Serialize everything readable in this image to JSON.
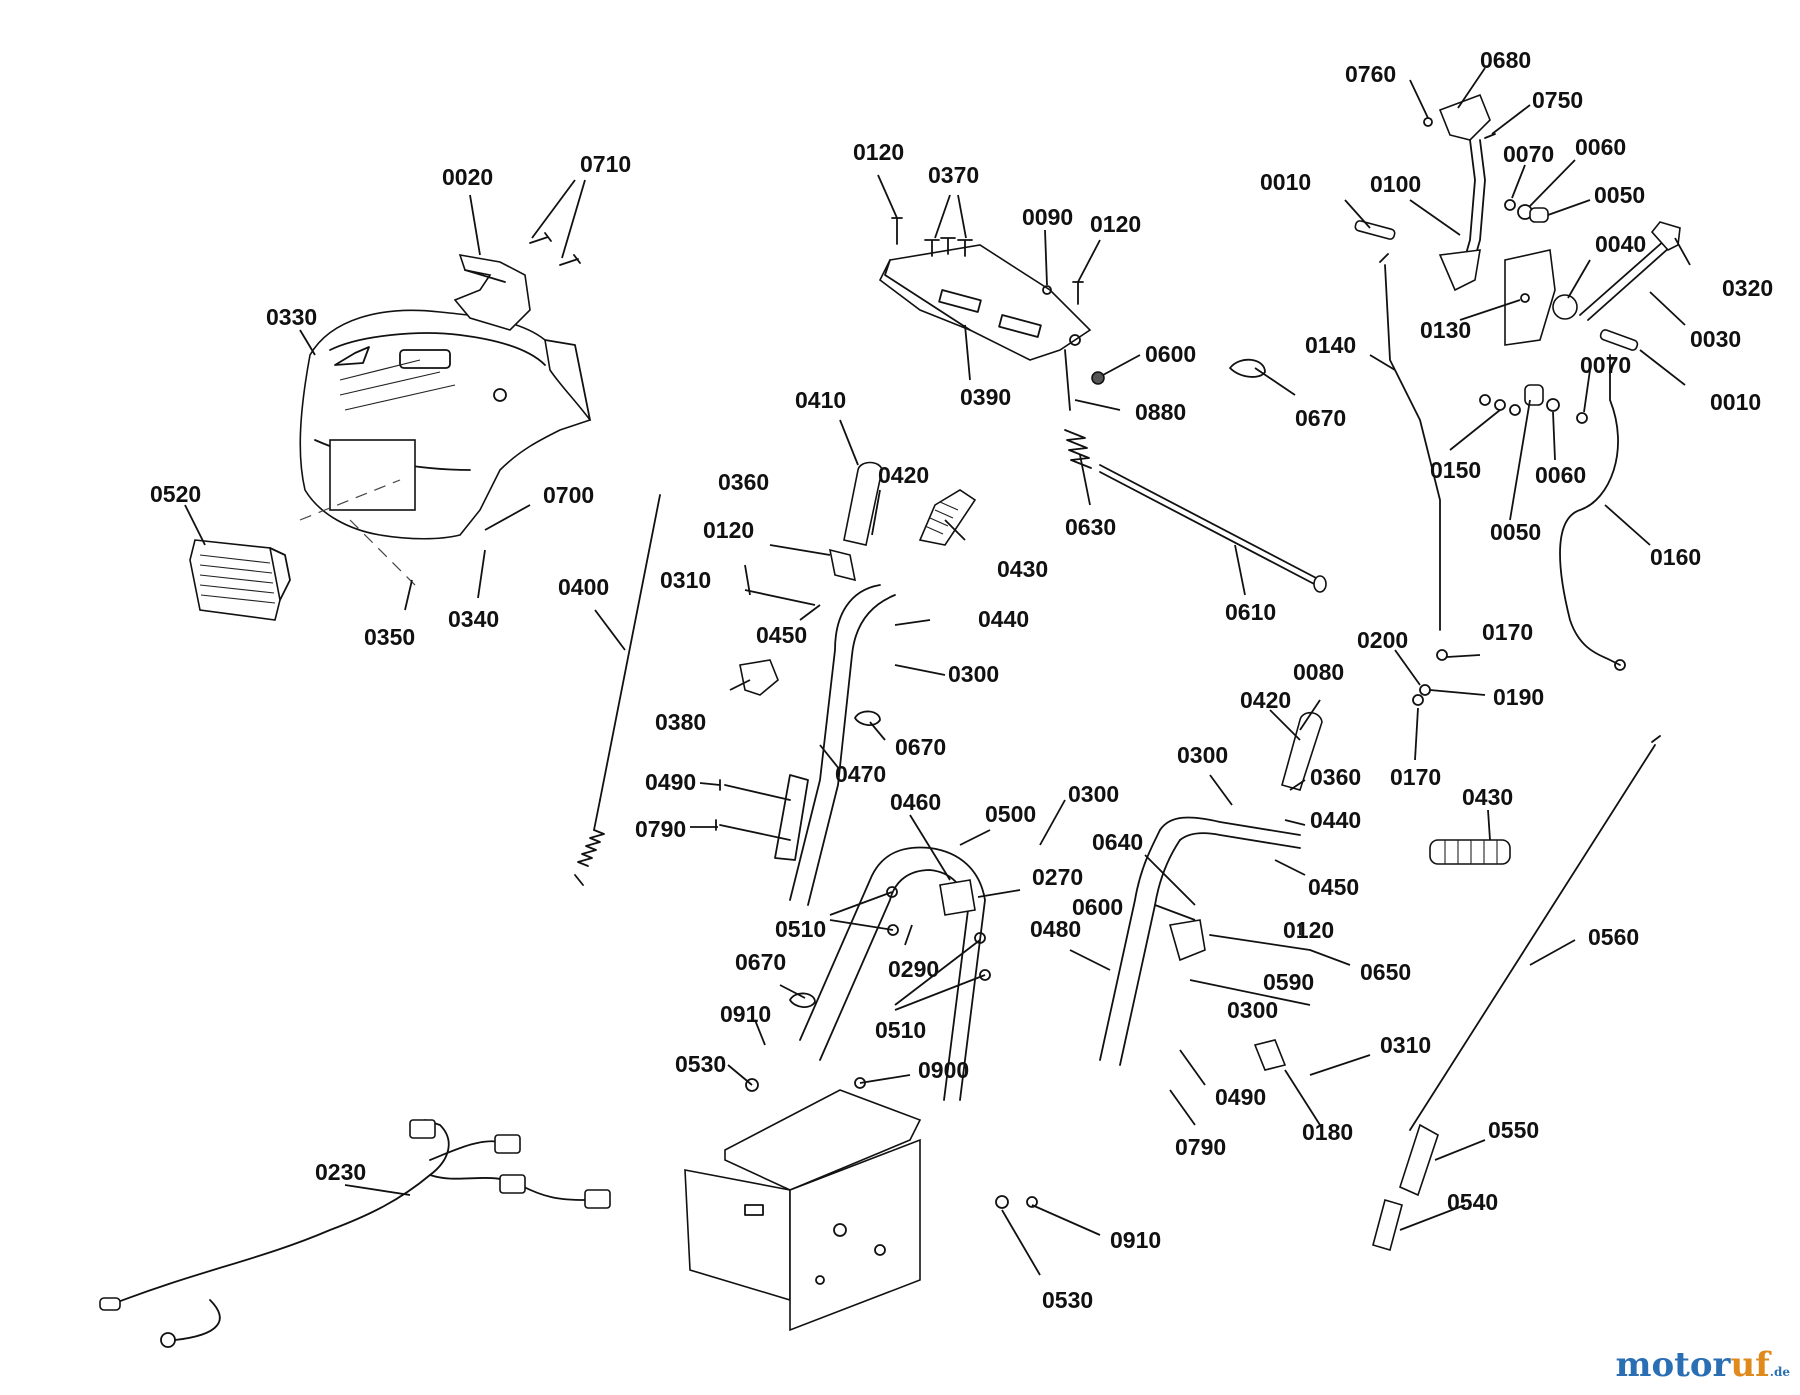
{
  "labels": {
    "p0680": "0680",
    "p0760": "0760",
    "p0750": "0750",
    "p0070a": "0070",
    "p0060a": "0060",
    "p0010a": "0010",
    "p0100": "0100",
    "p0050a": "0050",
    "p0040": "0040",
    "p0320": "0320",
    "p0130": "0130",
    "p0030": "0030",
    "p0010b": "0010",
    "p0070b": "0070",
    "p0140": "0140",
    "p0150": "0150",
    "p0060b": "0060",
    "p0050b": "0050",
    "p0160": "0160",
    "p0120a": "0120",
    "p0370": "0370",
    "p0090": "0090",
    "p0120b": "0120",
    "p0600a": "0600",
    "p0390": "0390",
    "p0880": "0880",
    "p0670a": "0670",
    "p0630": "0630",
    "p0610": "0610",
    "p0020": "0020",
    "p0710": "0710",
    "p0330": "0330",
    "p0520": "0520",
    "p0700": "0700",
    "p0350": "0350",
    "p0340": "0340",
    "p0400": "0400",
    "p0410": "0410",
    "p0420a": "0420",
    "p0360a": "0360",
    "p0430a": "0430",
    "p0120c": "0120",
    "p0310a": "0310",
    "p0450a": "0450",
    "p0440a": "0440",
    "p0300a": "0300",
    "p0380": "0380",
    "p0670b": "0670",
    "p0470": "0470",
    "p0490a": "0490",
    "p0790a": "0790",
    "p0460": "0460",
    "p0500": "0500",
    "p0300b": "0300",
    "p0270": "0270",
    "p0510a": "0510",
    "p0290": "0290",
    "p0480": "0480",
    "p0670c": "0670",
    "p0510b": "0510",
    "p0910a": "0910",
    "p0530a": "0530",
    "p0900": "0900",
    "p0230": "0230",
    "p0910b": "0910",
    "p0530b": "0530",
    "p0200": "0200",
    "p0170a": "0170",
    "p0080": "0080",
    "p0190": "0190",
    "p0170b": "0170",
    "p0420b": "0420",
    "p0300c": "0300",
    "p0360b": "0360",
    "p0440b": "0440",
    "p0430b": "0430",
    "p0640": "0640",
    "p0450b": "0450",
    "p0600b": "0600",
    "p0120d": "0120",
    "p0590": "0590",
    "p0650": "0650",
    "p0300d": "0300",
    "p0490b": "0490",
    "p0310b": "0310",
    "p0180": "0180",
    "p0790b": "0790",
    "p0560": "0560",
    "p0550": "0550",
    "p0540": "0540"
  },
  "watermark": {
    "main": "motor",
    "accent": "uf",
    "tld": ".de"
  }
}
